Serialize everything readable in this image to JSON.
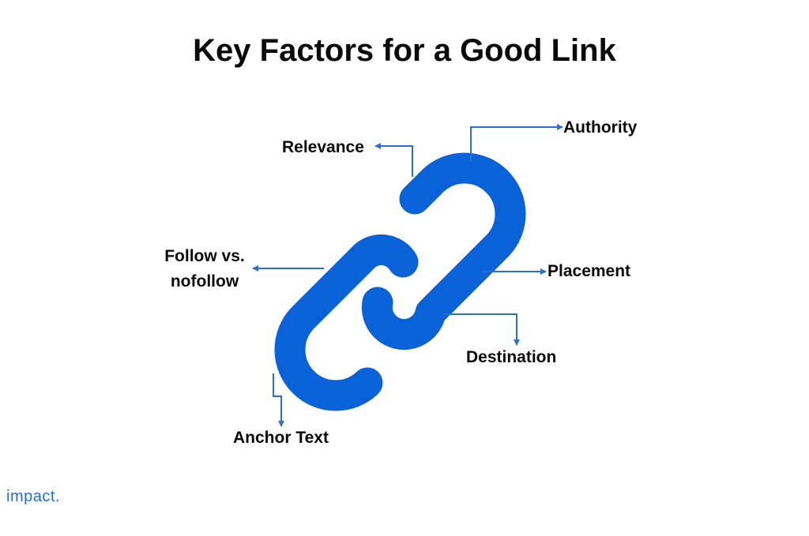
{
  "title": "Key Factors for a Good Link",
  "labels": {
    "relevance": "Relevance",
    "authority": "Authority",
    "follow_line1": "Follow vs.",
    "follow_line2": "nofollow",
    "placement": "Placement",
    "destination": "Destination",
    "anchor_text": "Anchor Text"
  },
  "logo": "impact.",
  "colors": {
    "chain": "#0962d8",
    "connector": "#2c6fcf",
    "text": "#0a0a0a",
    "logo": "#1e6fe0"
  },
  "icons": [
    "chain-link-icon"
  ]
}
